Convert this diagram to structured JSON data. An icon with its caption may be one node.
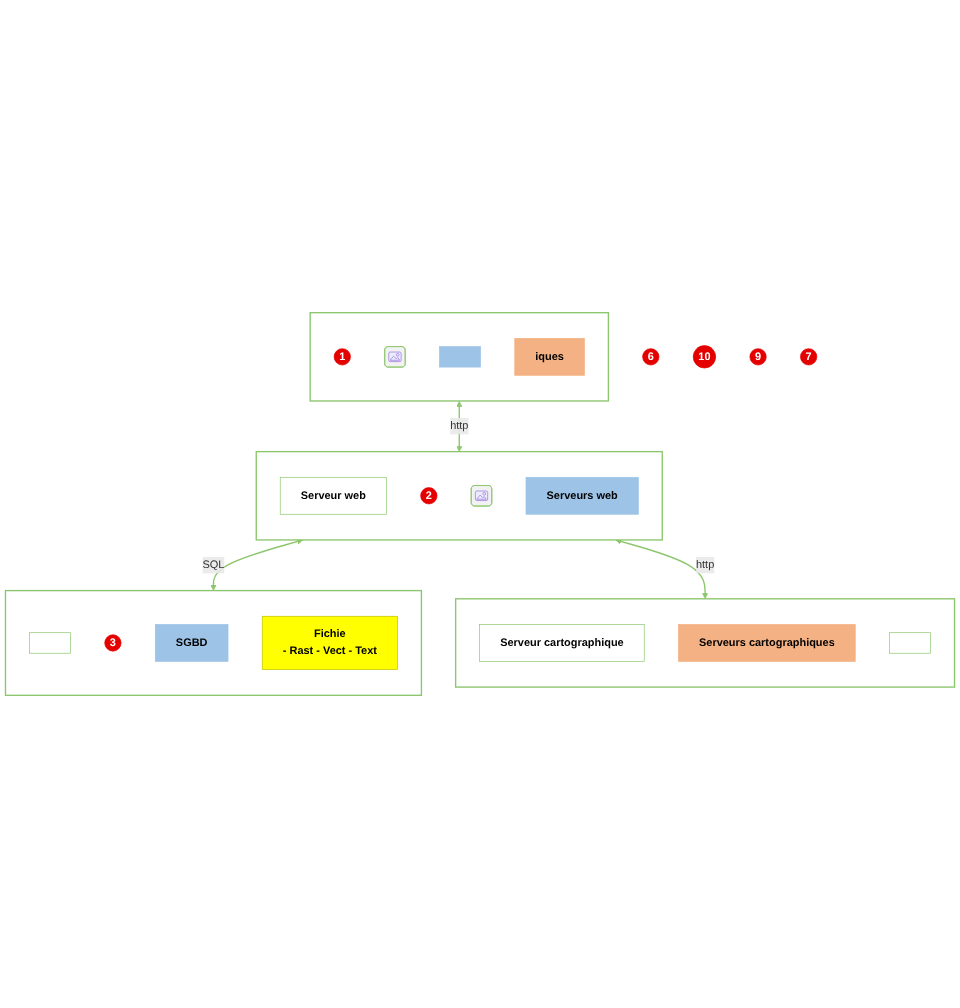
{
  "diagram": {
    "nodes": [
      {
        "text": [],
        "shape": "box"
      },
      {
        "text": [
          "1"
        ],
        "in": 0
      },
      {
        "text": [],
        "shape": "picture",
        "in": 0
      },
      {
        "text": [],
        "shape": "box",
        "in": 0
      },
      {
        "text": [
          "iques"
        ],
        "in": 0
      },
      {
        "text": [],
        "shape": "box"
      },
      {
        "text": [
          "Serveur web"
        ],
        "in": 5
      },
      {
        "text": [
          "2"
        ],
        "in": 5
      },
      {
        "text": [],
        "shape": "picture",
        "in": 5
      },
      {
        "text": [
          "Serveurs web"
        ],
        "in": 5
      },
      {
        "text": [],
        "shape": "box"
      },
      {
        "text": [],
        "shape": "box",
        "in": 10
      },
      {
        "text": [
          "3"
        ],
        "in": 10
      },
      {
        "text": [
          "SGBD"
        ],
        "in": 10
      },
      {
        "text": [
          "Fichie",
          "- Rast - Vect - Text"
        ],
        "in": 10
      },
      {
        "text": [
          "6"
        ]
      },
      {
        "text": [
          "10"
        ]
      },
      {
        "text": [
          "9"
        ]
      },
      {
        "text": [
          "7"
        ]
      },
      {
        "text": [],
        "shape": "box"
      },
      {
        "text": [
          "Serveur cartographique"
        ],
        "in": 19
      },
      {
        "text": [
          "Serveurs cartographiques"
        ],
        "in": 19
      },
      {
        "text": [],
        "shape": "box",
        "in": 19
      }
    ],
    "edges": [
      {
        "from": 0,
        "to": 5,
        "arrow": "both",
        "label": "http"
      },
      {
        "from": 5,
        "to": 10,
        "arrow": "both",
        "label": "SQL"
      },
      {
        "from": 5,
        "to": 19,
        "arrow": "both",
        "label": "http"
      }
    ]
  }
}
